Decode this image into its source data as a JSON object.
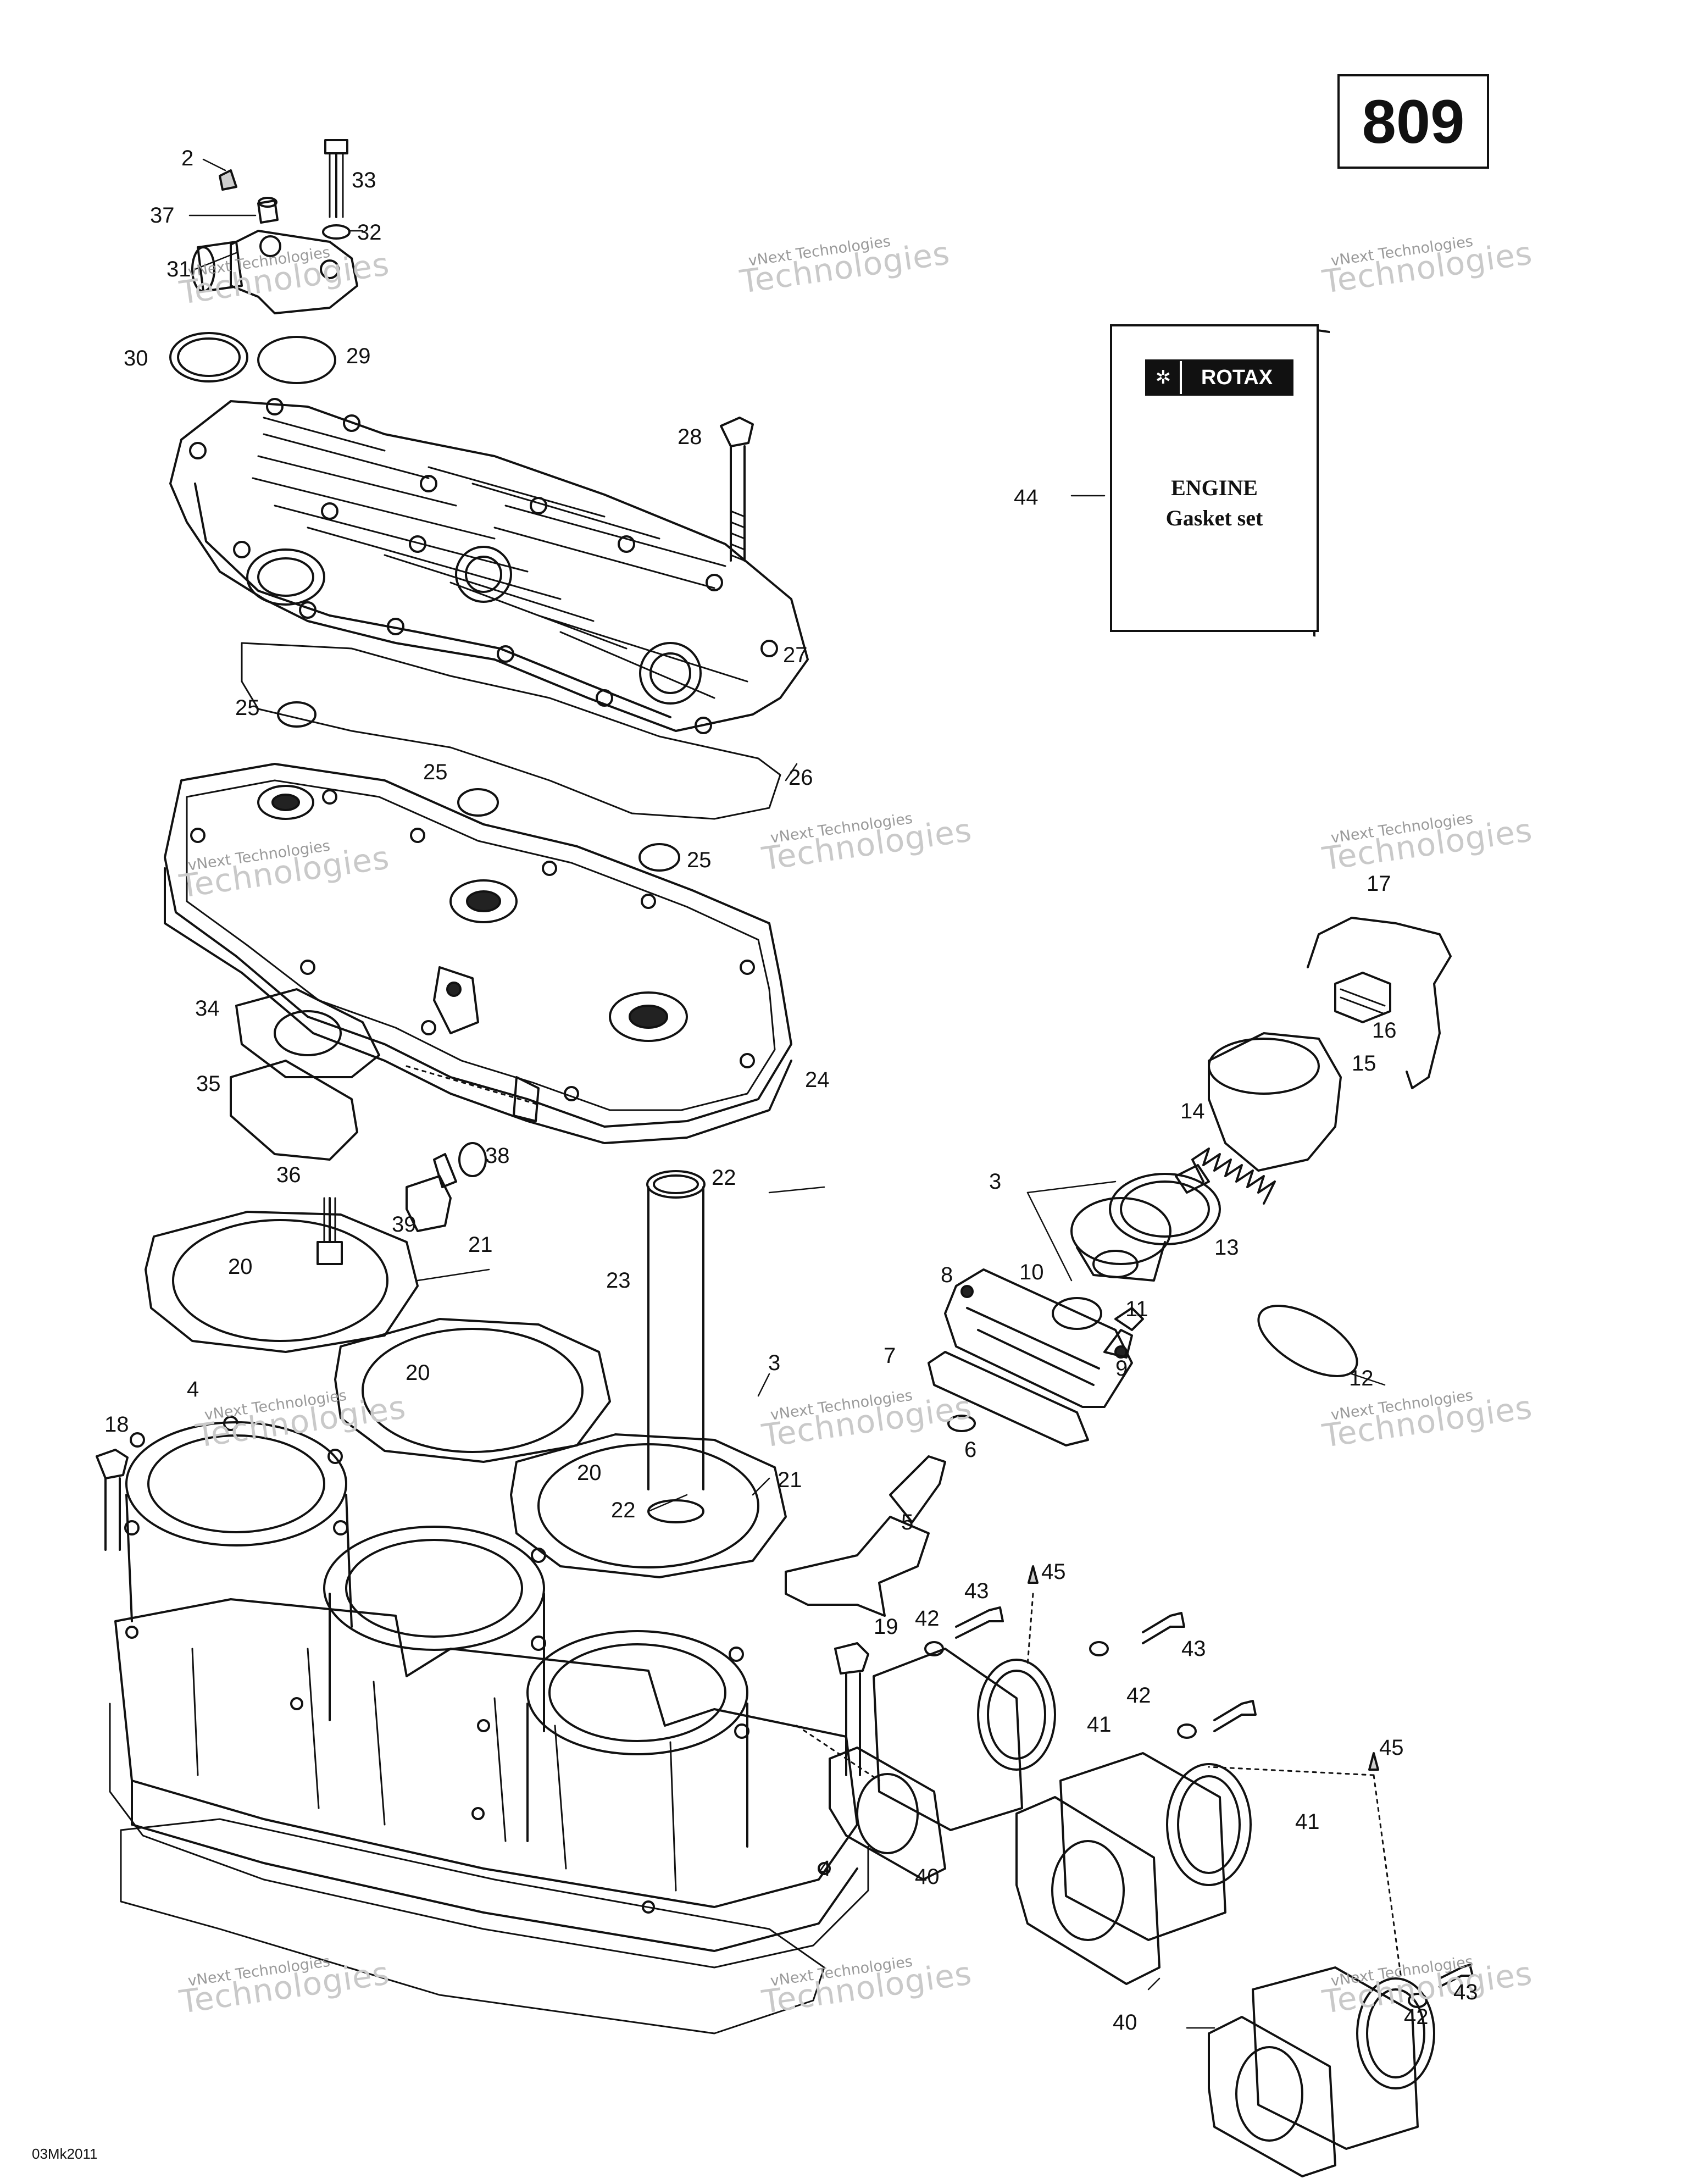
{
  "page_number": "809",
  "footer_code": "03Mk2011",
  "manual": {
    "logo_text": "ROTAX",
    "title_line1": "ENGINE",
    "title_line2": "Gasket set"
  },
  "watermark": {
    "line1": "vNext Technologies",
    "line2": "Technologies"
  },
  "callouts": [
    "2",
    "37",
    "33",
    "32",
    "31",
    "30",
    "29",
    "28",
    "27",
    "25",
    "26",
    "25",
    "25",
    "24",
    "34",
    "35",
    "36",
    "39",
    "38",
    "22",
    "23",
    "21",
    "20",
    "20",
    "20",
    "21",
    "22",
    "4",
    "18",
    "3",
    "7",
    "8",
    "9",
    "6",
    "5",
    "3",
    "10",
    "11",
    "13",
    "14",
    "15",
    "16",
    "17",
    "12",
    "19",
    "42",
    "43",
    "45",
    "43",
    "42",
    "41",
    "41",
    "45",
    "40",
    "40",
    "43",
    "42",
    "4",
    "44"
  ],
  "colors": {
    "line": "#111111",
    "background": "#ffffff",
    "watermark": "#9a9a9a"
  }
}
